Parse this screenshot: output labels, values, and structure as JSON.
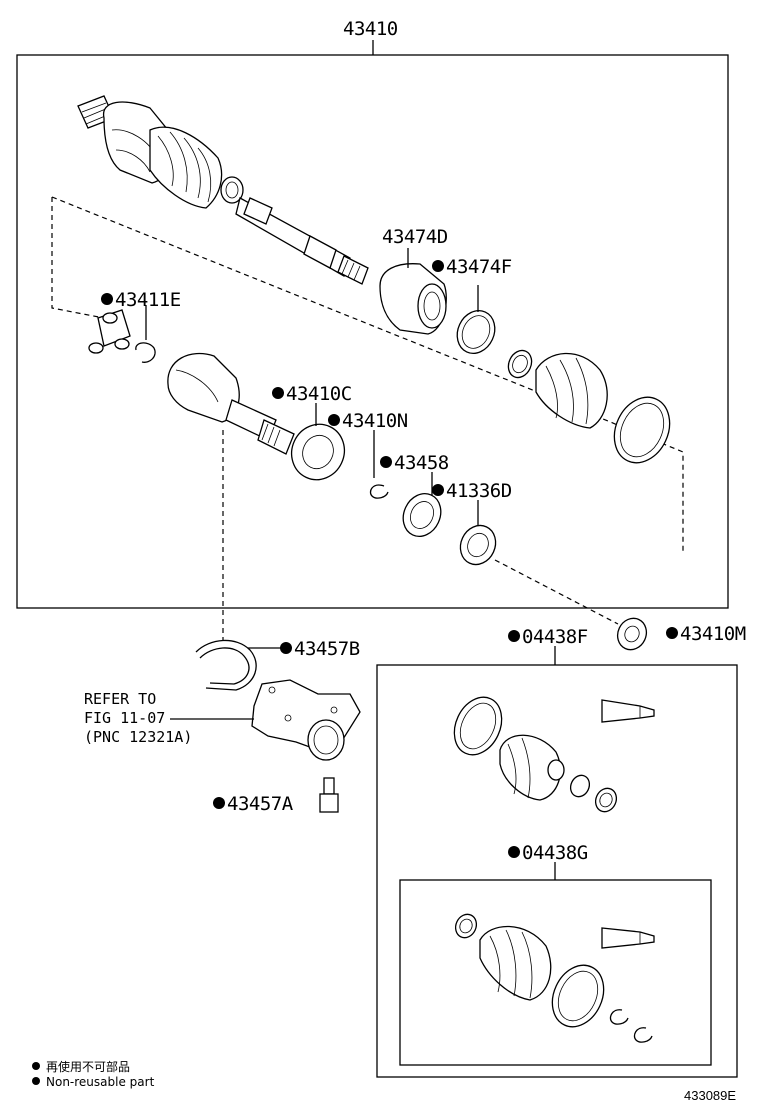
{
  "diagram": {
    "assembly_label": "43410",
    "figure_id": "433089E",
    "non_reusable_marker": "●",
    "parts": [
      {
        "code": "43474D",
        "non_reusable": false
      },
      {
        "code": "43474F",
        "non_reusable": true
      },
      {
        "code": "43411E",
        "non_reusable": true
      },
      {
        "code": "43410C",
        "non_reusable": true
      },
      {
        "code": "43410N",
        "non_reusable": true
      },
      {
        "code": "43458",
        "non_reusable": true
      },
      {
        "code": "41336D",
        "non_reusable": true
      },
      {
        "code": "43410M",
        "non_reusable": true
      },
      {
        "code": "43457B",
        "non_reusable": true
      },
      {
        "code": "43457A",
        "non_reusable": true
      },
      {
        "code": "04438F",
        "non_reusable": true
      },
      {
        "code": "04438G",
        "non_reusable": true
      }
    ],
    "reference_note": {
      "line1": "REFER TO",
      "line2": "FIG 11-07",
      "line3": "(PNC 12321A)"
    },
    "legend": {
      "japanese": "再使用不可部品",
      "english": "Non-reusable part"
    }
  }
}
